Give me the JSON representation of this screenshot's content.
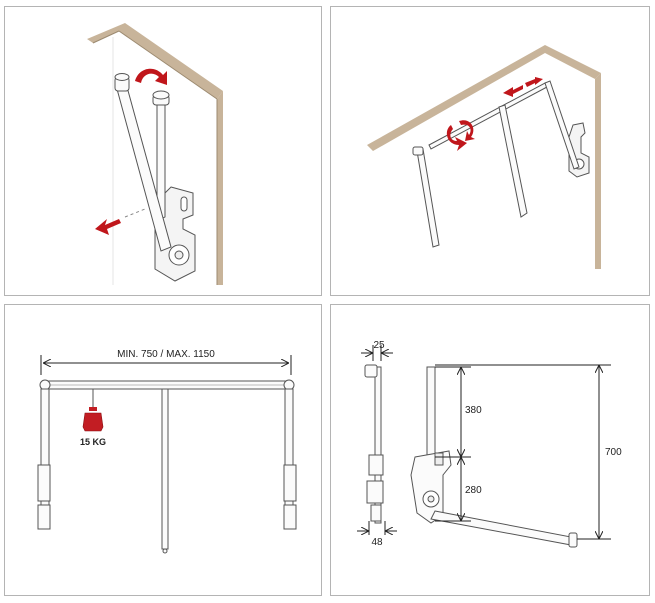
{
  "panels": [
    {
      "id": "install-side-view"
    },
    {
      "id": "install-front-view"
    },
    {
      "id": "width-dimensions",
      "width_label": "MIN. 750 / MAX. 1150",
      "load_label": "15 KG"
    },
    {
      "id": "side-dimensions",
      "top_width": "25",
      "bottom_width": "48",
      "upper_height": "380",
      "lower_height": "280",
      "total_height": "700"
    }
  ],
  "colors": {
    "wall": "#c8b49a",
    "arrow": "#c0161b",
    "weight": "#c21d23",
    "outline": "#555555",
    "border": "#b4b4b4"
  }
}
